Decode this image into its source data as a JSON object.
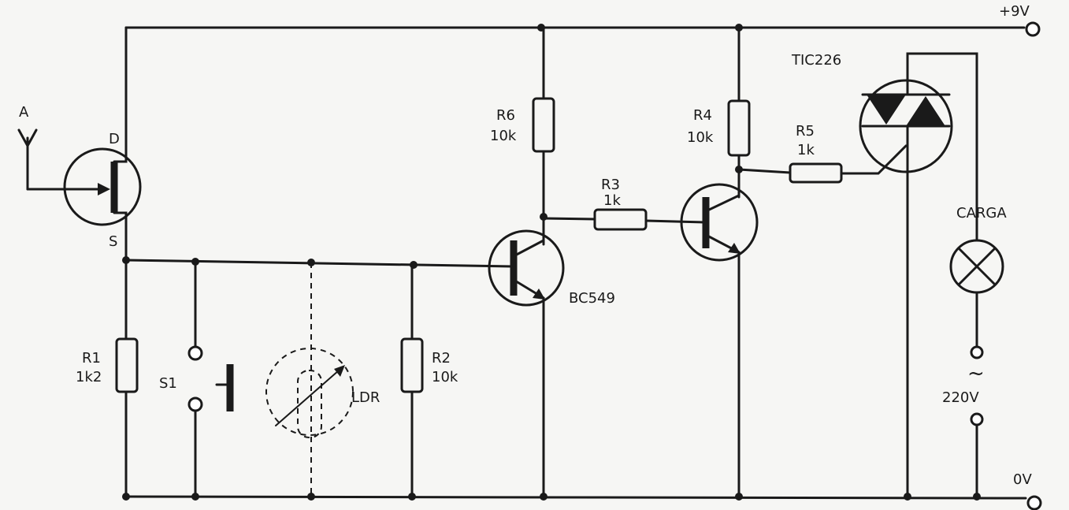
{
  "title": "Circuit schematic: JFET touch/light sensor with BC549 stages driving TIC226 triac",
  "labels": {
    "supply": "+9V",
    "ground": "0V",
    "antenna": "A",
    "drain": "D",
    "source": "S",
    "r1_name": "R1",
    "r1_value": "1k2",
    "s1": "S1",
    "ldr": "LDR",
    "r2_name": "R2",
    "r2_value": "10k",
    "r6_name": "R6",
    "r6_value": "10k",
    "r3_name": "R3",
    "r3_value": "1k",
    "r4_name": "R4",
    "r4_value": "10k",
    "r5_name": "R5",
    "r5_value": "1k",
    "transistor": "BC549",
    "triac": "TIC226",
    "load": "CARGA",
    "ac_symbol": "~",
    "mains": "220V"
  }
}
